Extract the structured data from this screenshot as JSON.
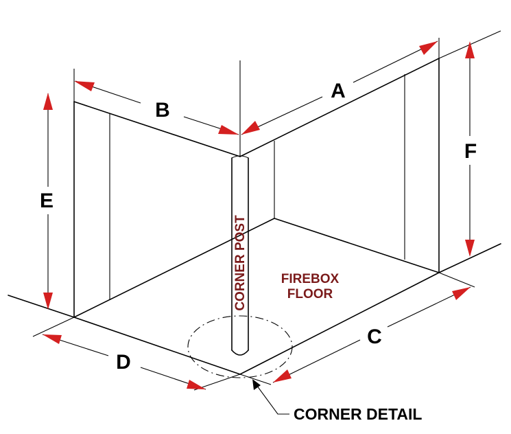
{
  "labels": {
    "a": "A",
    "b": "B",
    "c": "C",
    "d": "D",
    "e": "E",
    "f": "F",
    "corner_post": "CORNER POST",
    "firebox_line1": "FIREBOX",
    "firebox_line2": "FLOOR",
    "corner_detail": "CORNER DETAIL"
  },
  "colors": {
    "arrowheads": "#d42020",
    "floor_text": "#7a1a1a",
    "lines": "#000000"
  }
}
